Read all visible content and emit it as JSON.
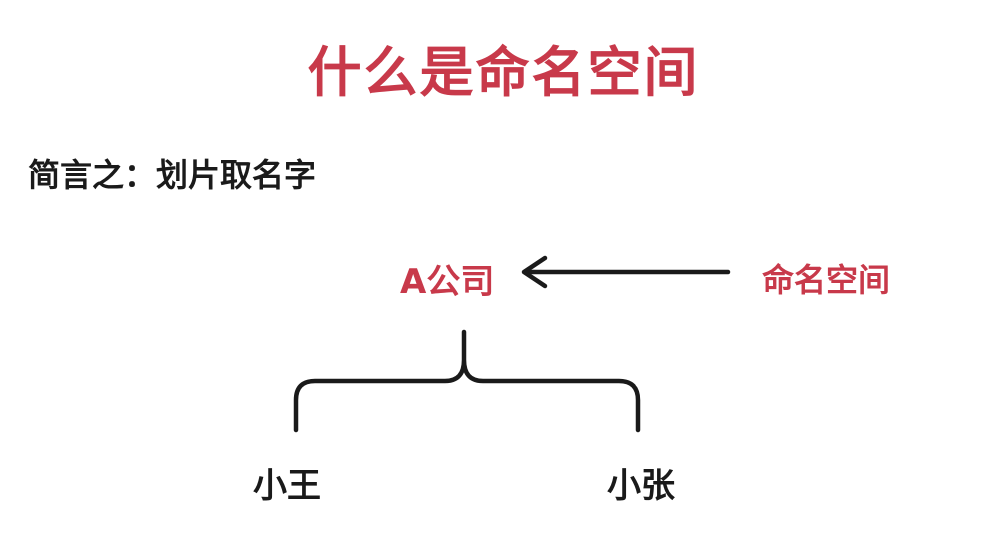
{
  "title": "什么是命名空间",
  "subtitle": "简言之：划片取名字",
  "diagram": {
    "parent": "A公司",
    "pointer_label": "命名空间",
    "children": [
      "小王",
      "小张"
    ]
  },
  "colors": {
    "accent": "#c8394a",
    "text": "#1a1a1a",
    "line": "#1a1a1a"
  }
}
